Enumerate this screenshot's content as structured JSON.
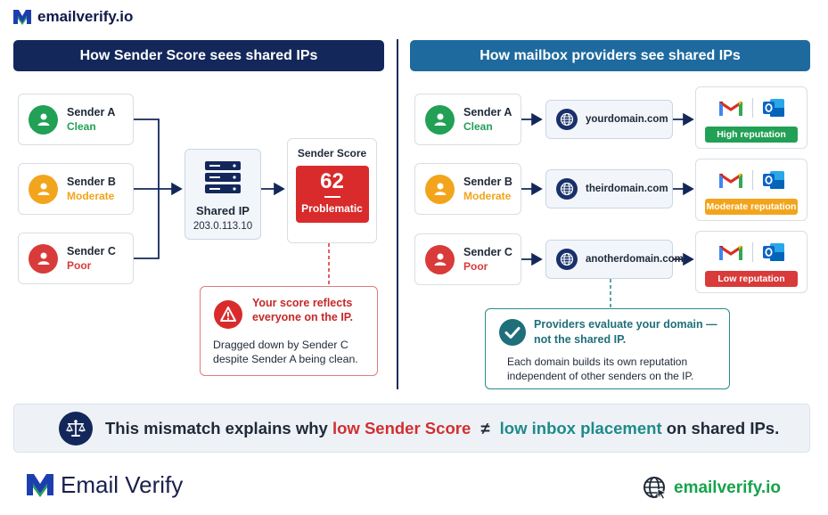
{
  "brand": {
    "top_logo_text": "emailverify.io",
    "footer_left_text": "Email Verify",
    "footer_right_text": "emailverify.io"
  },
  "left_panel": {
    "title": "How Sender Score sees shared IPs",
    "senders": [
      {
        "name": "Sender A",
        "status": "Clean",
        "color": "#22a055"
      },
      {
        "name": "Sender B",
        "status": "Moderate",
        "color": "#f2a51c"
      },
      {
        "name": "Sender C",
        "status": "Poor",
        "color": "#d93a3a"
      }
    ],
    "shared_ip": {
      "title": "Shared IP",
      "address": "203.0.113.10",
      "icon": "server-icon"
    },
    "sender_score": {
      "label": "Sender Score",
      "value": "62",
      "verdict": "Problematic"
    },
    "warning": {
      "heading": "Your score reflects everyone on the IP.",
      "body": "Dragged down by Sender C despite Sender A being clean.",
      "icon": "warning-icon"
    }
  },
  "right_panel": {
    "title": "How mailbox providers see shared IPs",
    "rows": [
      {
        "name": "Sender A",
        "status": "Clean",
        "color": "#22a055",
        "domain": "yourdomain.com",
        "reputation": "High reputation",
        "badge_color": "#22a055"
      },
      {
        "name": "Sender B",
        "status": "Moderate",
        "color": "#f2a51c",
        "domain": "theirdomain.com",
        "reputation": "Moderate reputation",
        "badge_color": "#f2a51c"
      },
      {
        "name": "Sender C",
        "status": "Poor",
        "color": "#d93a3a",
        "domain": "anotherdomain.com",
        "reputation": "Low reputation",
        "badge_color": "#d93a3a"
      }
    ],
    "note": {
      "heading": "Providers evaluate your domain — not the shared IP.",
      "body": "Each domain builds its own reputation independent of other senders on the IP.",
      "icon": "check-circle-icon"
    }
  },
  "bottom": {
    "part1": "This mismatch explains why",
    "highlight_red": "low Sender Score",
    "symbol": "≠",
    "highlight_teal": "low inbox placement",
    "part2": "on shared IPs.",
    "icon": "scales-icon"
  },
  "colors": {
    "navy": "#13275a",
    "blue_header": "#1e6a9e",
    "red": "#d92b2b",
    "teal": "#1f8a8a"
  }
}
